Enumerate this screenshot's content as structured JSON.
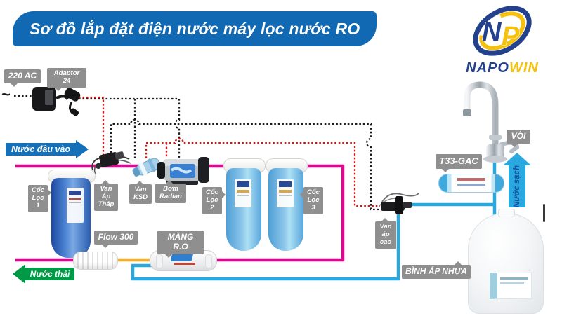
{
  "title": "Sơ đồ lắp đặt điện nước máy lọc nước RO",
  "logo": {
    "letter_n": "N",
    "letter_p": "P",
    "name_part1": "NAPO",
    "name_part2": "WIN"
  },
  "labels": {
    "ac": "220 AC",
    "ac_symbol": "~",
    "adaptor": "Adaptor 24",
    "van_ap_thap": "Van Áp Thấp",
    "van_ksd": "Van KSD",
    "bom_radian": "Bơm Radian",
    "coc_loc_1": "Cốc Lọc 1",
    "coc_loc_2": "Cốc Lọc 2",
    "coc_loc_3": "Cốc Lọc 3",
    "flow": "Flow 300",
    "mang_ro": "MÀNG R.O",
    "t33": "T33-GAC",
    "voi": "VÒI",
    "van_ap_cao": "Van áp cao",
    "binh_ap_nhua": "BÌNH ÁP NHỰA"
  },
  "arrows": {
    "input": "Nước đầu vào",
    "waste": "Nước thải",
    "clean": "Nước sạch"
  },
  "colors": {
    "banner_blue": "#1169b4",
    "feed_magenta": "#d40d8a",
    "clean_cyan": "#29a9e0",
    "waste_orange": "#eeaf3b",
    "waste_green": "#009a47",
    "badge_gray": "#8f8f8f",
    "logo_navy": "#24418e",
    "logo_yellow": "#f6c10e",
    "wire_black": "#1b1b1b",
    "wire_red": "#dd1111"
  }
}
